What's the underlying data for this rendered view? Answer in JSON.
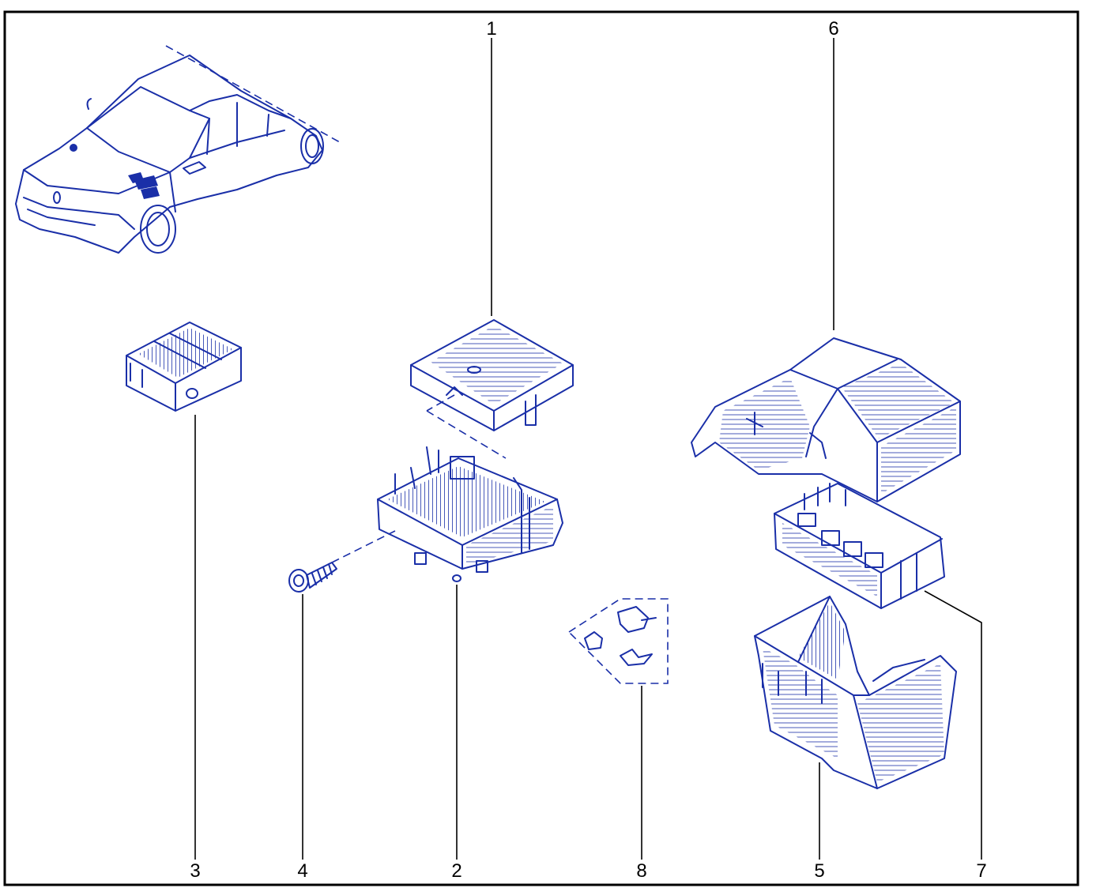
{
  "diagram": {
    "parts": [
      {
        "label": "1"
      },
      {
        "label": "6"
      },
      {
        "label": "3"
      },
      {
        "label": "4"
      },
      {
        "label": "2"
      },
      {
        "label": "8"
      },
      {
        "label": "5"
      },
      {
        "label": "7"
      }
    ]
  },
  "colors": {
    "ink": "#1a2fa8",
    "leader": "#000000",
    "background": "#ffffff"
  }
}
